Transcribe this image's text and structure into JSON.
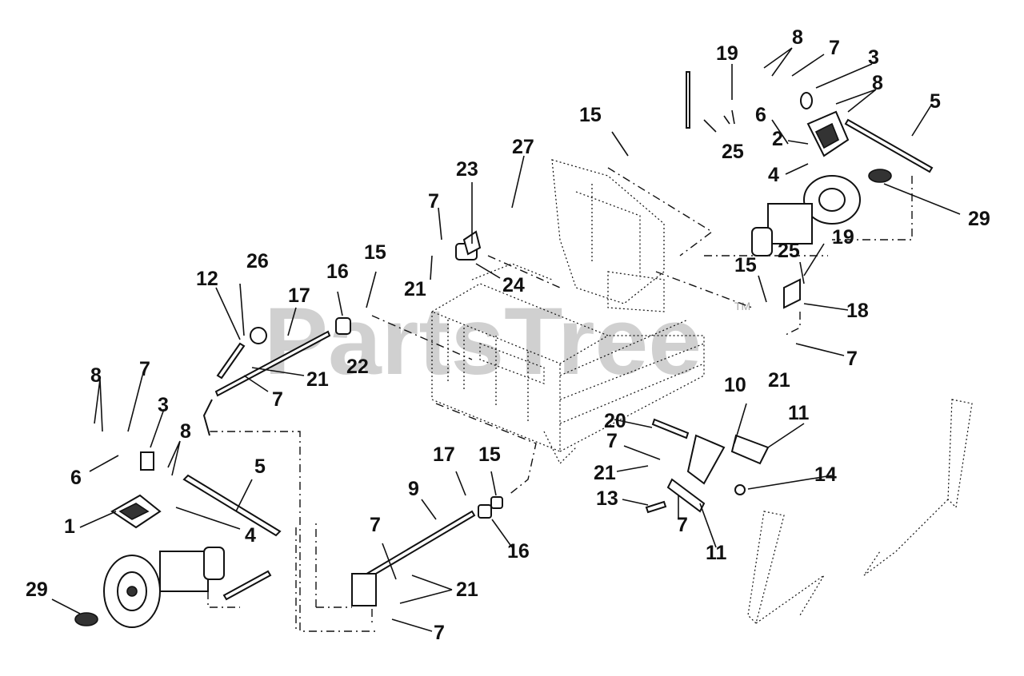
{
  "watermark": {
    "text": "PartsTree",
    "trademark": "TM"
  },
  "callouts": [
    {
      "id": "c-8a",
      "text": "8"
    },
    {
      "id": "c-7a",
      "text": "7"
    },
    {
      "id": "c-3a",
      "text": "3"
    },
    {
      "id": "c-19a",
      "text": "19"
    },
    {
      "id": "c-8b",
      "text": "8"
    },
    {
      "id": "c-6a",
      "text": "6"
    },
    {
      "id": "c-5a",
      "text": "5"
    },
    {
      "id": "c-15a",
      "text": "15"
    },
    {
      "id": "c-25a",
      "text": "25"
    },
    {
      "id": "c-2",
      "text": "2"
    },
    {
      "id": "c-4a",
      "text": "4"
    },
    {
      "id": "c-27",
      "text": "27"
    },
    {
      "id": "c-23",
      "text": "23"
    },
    {
      "id": "c-29a",
      "text": "29"
    },
    {
      "id": "c-7b",
      "text": "7"
    },
    {
      "id": "c-19b",
      "text": "19"
    },
    {
      "id": "c-25b",
      "text": "25"
    },
    {
      "id": "c-15b",
      "text": "15"
    },
    {
      "id": "c-21a",
      "text": "21"
    },
    {
      "id": "c-24",
      "text": "24"
    },
    {
      "id": "c-26",
      "text": "26"
    },
    {
      "id": "c-12",
      "text": "12"
    },
    {
      "id": "c-16a",
      "text": "16"
    },
    {
      "id": "c-15c",
      "text": "15"
    },
    {
      "id": "c-17a",
      "text": "17"
    },
    {
      "id": "c-18",
      "text": "18"
    },
    {
      "id": "c-21b",
      "text": "21"
    },
    {
      "id": "c-22",
      "text": "22"
    },
    {
      "id": "c-7c",
      "text": "7"
    },
    {
      "id": "c-21c",
      "text": "21"
    },
    {
      "id": "c-7d",
      "text": "7"
    },
    {
      "id": "c-8c",
      "text": "8"
    },
    {
      "id": "c-7e",
      "text": "7"
    },
    {
      "id": "c-3b",
      "text": "3"
    },
    {
      "id": "c-10",
      "text": "10"
    },
    {
      "id": "c-11a",
      "text": "11"
    },
    {
      "id": "c-8d",
      "text": "8"
    },
    {
      "id": "c-20",
      "text": "20"
    },
    {
      "id": "c-6b",
      "text": "6"
    },
    {
      "id": "c-7f",
      "text": "7"
    },
    {
      "id": "c-5b",
      "text": "5"
    },
    {
      "id": "c-21d",
      "text": "21"
    },
    {
      "id": "c-17b",
      "text": "17"
    },
    {
      "id": "c-15d",
      "text": "15"
    },
    {
      "id": "c-14",
      "text": "14"
    },
    {
      "id": "c-9",
      "text": "9"
    },
    {
      "id": "c-13",
      "text": "13"
    },
    {
      "id": "c-7g",
      "text": "7"
    },
    {
      "id": "c-1",
      "text": "1"
    },
    {
      "id": "c-4b",
      "text": "4"
    },
    {
      "id": "c-16b",
      "text": "16"
    },
    {
      "id": "c-11b",
      "text": "11"
    },
    {
      "id": "c-7h",
      "text": "7"
    },
    {
      "id": "c-21e",
      "text": "21"
    },
    {
      "id": "c-29b",
      "text": "29"
    },
    {
      "id": "c-7i",
      "text": "7"
    }
  ]
}
